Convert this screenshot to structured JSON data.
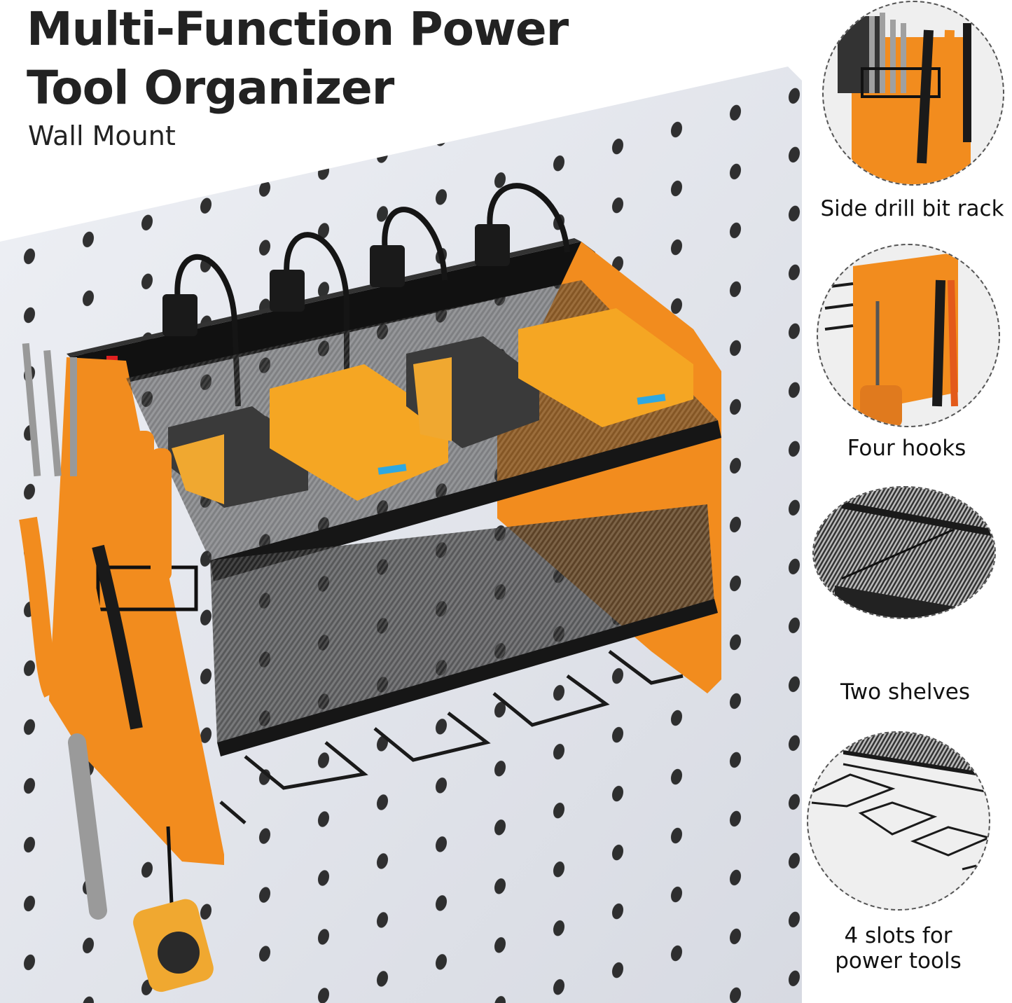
{
  "title": {
    "line1": "Multi-Function Power",
    "line2": "Tool Organizer",
    "subtitle": "Wall Mount"
  },
  "main_image": {
    "description": "Orange wall-mounted power tool organizer on a white pegboard with power strip, battery chargers, two mesh shelves, side drill bit rack with pliers and screwdrivers, hooks holding a wrench and tape measure, and four drill slots"
  },
  "colors": {
    "accent_orange": "#F28C1E",
    "frame_black": "#1E1E1E",
    "pegboard": "#E4E6EC",
    "battery_orange": "#F5A623",
    "indicator_blue": "#2FA8E0"
  },
  "features": [
    {
      "label": "Side drill bit rack",
      "icon": "drill-bit-rack-detail"
    },
    {
      "label": "Four hooks",
      "icon": "hooks-detail"
    },
    {
      "label": "Two shelves",
      "icon": "mesh-shelves-detail"
    },
    {
      "label": "4 slots for power tools",
      "line1": "4 slots for",
      "line2": "power tools",
      "icon": "tool-slots-detail"
    }
  ]
}
